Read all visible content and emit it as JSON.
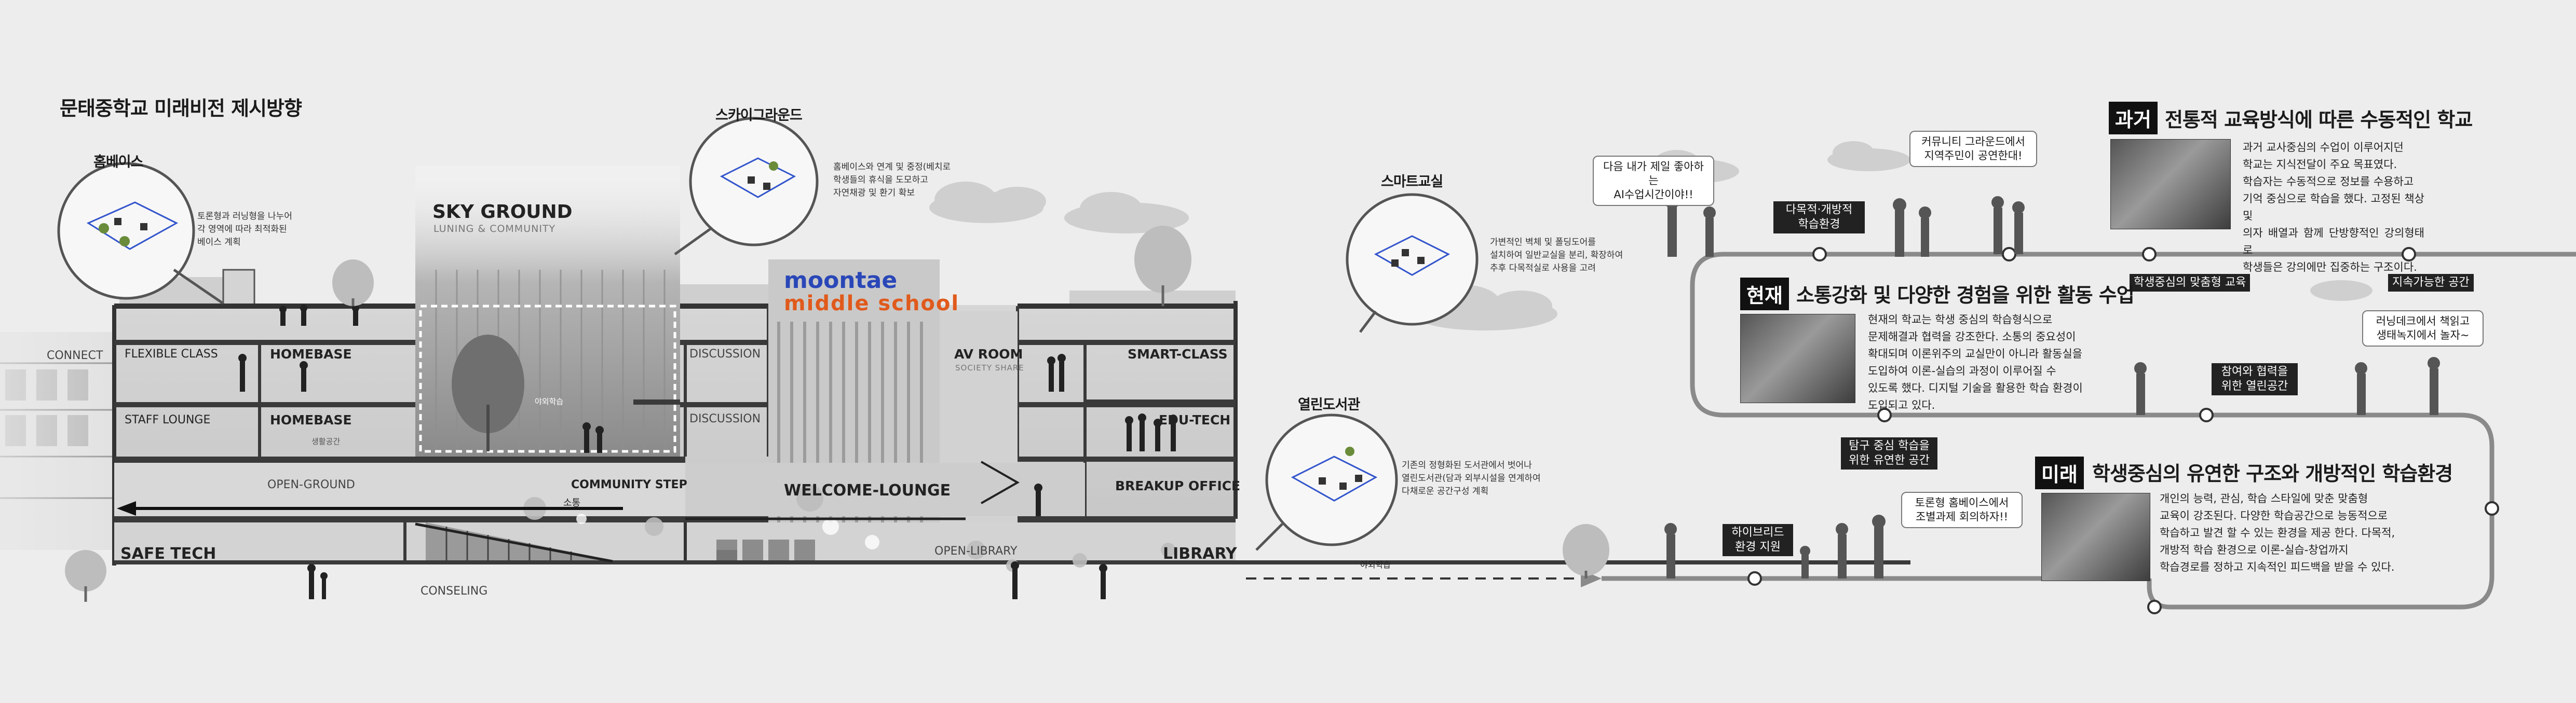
{
  "title": "문태중학교 미래비전 제시방향",
  "bubbles": {
    "homebase": {
      "title": "홈베이스",
      "note": [
        "토론형과 러닝형을 나누어",
        "각 영역에 따라 최적화된",
        "베이스 계획"
      ]
    },
    "skyground": {
      "title": "스카이그라운드",
      "note": [
        "홈베이스와 연계 및 중정(베치로",
        "학생들의 휴식을 도모하고",
        "자연채광 및 환기 확보"
      ]
    },
    "smartclass": {
      "title": "스마트교실",
      "note": [
        "가변적인 벽체 및 폴딩도어를",
        "설치하여 일반교실을 분리, 확장하여",
        "추후 다목적실로 사용을 고려"
      ]
    },
    "library": {
      "title": "열린도서관",
      "note": [
        "기존의 정형화된 도서관에서 벗어나",
        "열린도서관(담과 외부시설을 연계하여",
        "다채로운 공간구성 계획"
      ]
    }
  },
  "section": {
    "sky_ground": "SKY GROUND",
    "sky_ground_sub": "LUNING & COMMUNITY",
    "brand_top": "moontae",
    "brand_bottom": "middle school",
    "rooms": {
      "connect": "CONNECT",
      "flexible_class": "FLEXIBLE CLASS",
      "homebase_1": "HOMEBASE",
      "staff_lounge": "STAFF LOUNGE",
      "homebase_2": "HOMEBASE",
      "discussion_1": "DISCUSSION",
      "discussion_2": "DISCUSSION",
      "av_room": "AV ROOM",
      "av_room_sub": "SOCIETY SHARE",
      "smart_class": "SMART-CLASS",
      "edu_tech": "EDU-TECH",
      "breakup_office": "BREAKUP OFFICE",
      "open_ground": "OPEN-GROUND",
      "community_step": "COMMUNITY STEP",
      "sotong": "소통",
      "welcome_lounge": "WELCOME-LOUNGE",
      "open_library": "OPEN-LIBRARY",
      "library": "LIBRARY",
      "safe_tech": "SAFE TECH",
      "conseling": "CONSELING",
      "outdoor_1": "야외학습",
      "outdoor_2": "야외학습",
      "homebase_small": "생활공간"
    }
  },
  "timeline": {
    "speech": {
      "ai": [
        "다음 내가 제일 좋아하는",
        "AI수업시간이야!!"
      ],
      "community": [
        "커뮤니티 그라운드에서",
        "지역주민이 공연한대!"
      ],
      "library": [
        "러닝데크에서 책읽고",
        "생태녹지에서 놀자~"
      ],
      "homebase": [
        "토론형 홈베이스에서",
        "조별과제 회의하자!!"
      ]
    },
    "labels": {
      "multi": [
        "다목적·개방적",
        "학습환경"
      ],
      "student": "학생중심의 맞춤형 교육",
      "sustainable": "지속가능한 공간",
      "participation": [
        "참여와 협력을",
        "위한 열린공간"
      ],
      "inquiry": [
        "탐구 중심 학습을",
        "위한 유연한 공간"
      ],
      "hybrid": [
        "하이브리드",
        "환경 지원"
      ]
    },
    "past": {
      "tag": "과거",
      "title": "전통적 교육방식에 따른 수동적인 학교",
      "text": [
        "과거 교사중심의 수업이 이루어지던",
        "학교는 지식전달이 주요 목표였다.",
        "학습자는 수동적으로 정보를 수용하고",
        "기억 중심으로 학습을 했다. 고정된 책상 및",
        "의자 배열과 함께 단방향적인 강의형태로",
        "학생들은 강의에만 집중하는 구조이다."
      ]
    },
    "present": {
      "tag": "현재",
      "title": "소통강화 및 다양한 경험을 위한 활동 수업",
      "text": [
        "현재의 학교는 학생 중심의 학습형식으로",
        "문제해결과 협력을 강조한다. 소통의 중요성이",
        "확대되며 이론위주의 교실만이 아니라 활동실을",
        "도입하여 이론-실습의 과정이 이루어질 수",
        "있도록 했다. 디지털 기술을 활용한 학습 환경이",
        "도입되고 있다."
      ]
    },
    "future": {
      "tag": "미래",
      "title": "학생중심의 유연한 구조와 개방적인 학습환경",
      "text": [
        "개인의 능력, 관심, 학습 스타일에 맞춘 맞춤형",
        "교육이 강조된다. 다양한 학습공간으로 능동적으로",
        "학습하고 발견 할 수 있는 환경을 제공 한다. 다목적,",
        "개방적 학습 환경으로 이론-실습-창업까지",
        "학습경로를 정하고 지속적인 피드백을 받을 수 있다."
      ]
    }
  }
}
